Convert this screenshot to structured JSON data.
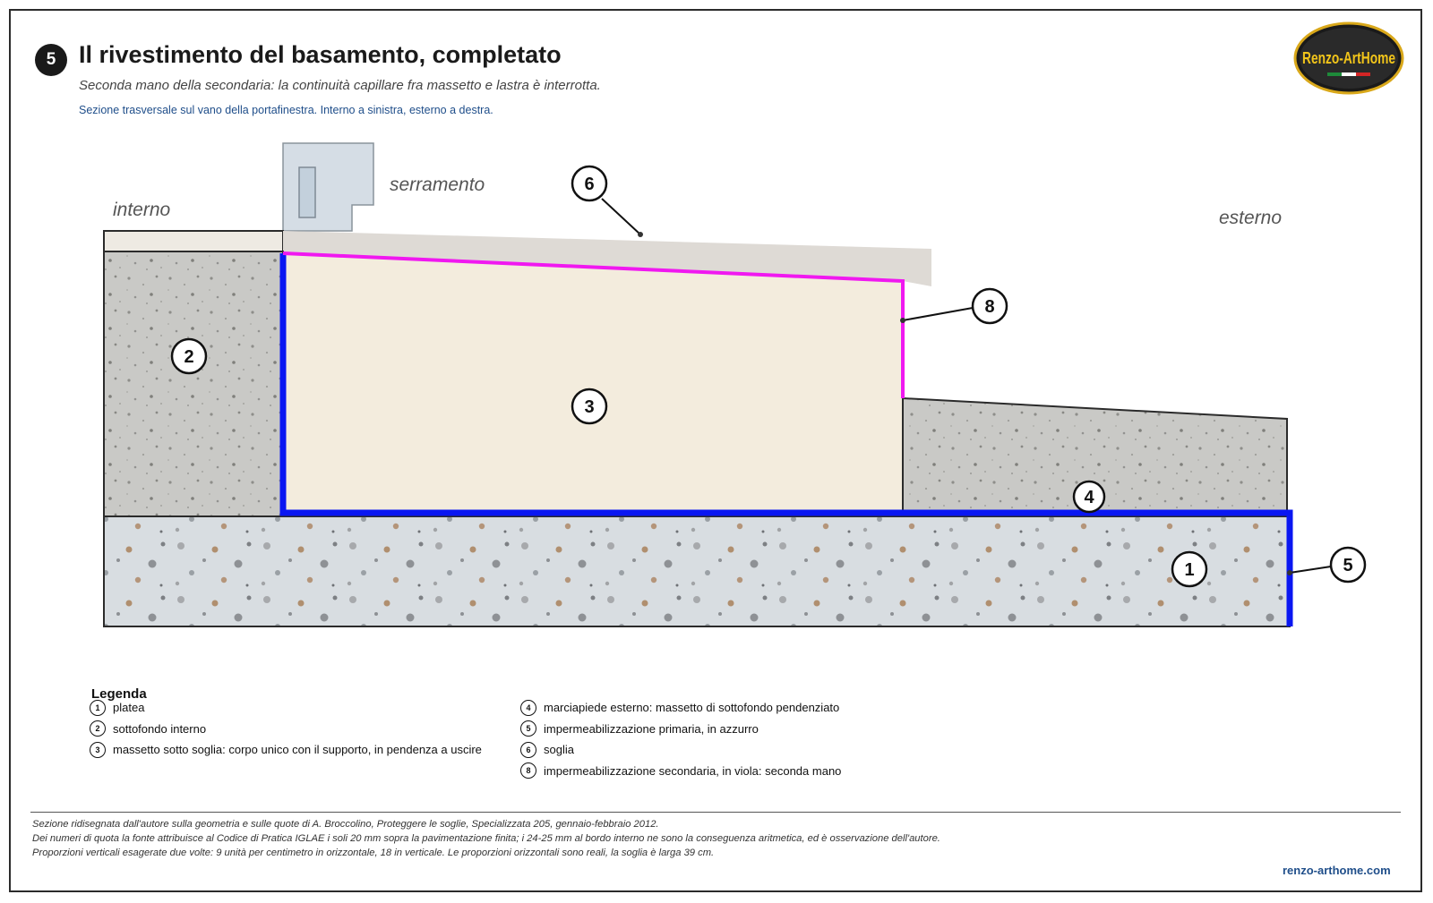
{
  "header": {
    "step_number": "5",
    "title": "Il rivestimento del basamento, completato",
    "subtitle": "Seconda mano della secondaria: la continuità capillare fra massetto e lastra è interrotta.",
    "note": "Sezione trasversale sul vano della portafinestra. Interno a sinistra, esterno a destra."
  },
  "logo": {
    "text": "Renzo-ArtHome",
    "colors": [
      "#f2c51a",
      "#1a1a1a"
    ],
    "flag": [
      "#1e8a3a",
      "#ffffff",
      "#d32525"
    ]
  },
  "diagram": {
    "labels": {
      "interno": "interno",
      "serramento": "serramento",
      "esterno": "esterno"
    },
    "callouts": [
      "1",
      "2",
      "3",
      "4",
      "5",
      "6",
      "8"
    ],
    "colors": {
      "primary_waterproofing": "#0a17f2",
      "secondary_waterproofing": "#f018f0",
      "threshold": "#dedad5",
      "screed": "#f3ecdd",
      "concrete": "#d8dde1",
      "subfloor": "#c9c9c6",
      "frame": "#d5dde5",
      "outline": "#2b2b2b"
    }
  },
  "legend": {
    "title": "Legenda",
    "left": [
      {
        "num": "1",
        "text": "platea"
      },
      {
        "num": "2",
        "text": "sottofondo interno"
      },
      {
        "num": "3",
        "text": "massetto sotto soglia: corpo unico con il supporto, in pendenza a uscire"
      }
    ],
    "right": [
      {
        "num": "4",
        "text": "marciapiede esterno: massetto di sottofondo pendenziato"
      },
      {
        "num": "5",
        "text": "impermeabilizzazione primaria, in azzurro"
      },
      {
        "num": "6",
        "text": "soglia"
      },
      {
        "num": "8",
        "text": "impermeabilizzazione secondaria, in viola: seconda mano"
      }
    ]
  },
  "footer": {
    "lines": [
      "Sezione ridisegnata dall'autore sulla geometria e sulle quote di A. Broccolino, Proteggere le soglie, Specializzata 205, gennaio-febbraio 2012.",
      "Dei numeri di quota la fonte attribuisce al Codice di Pratica IGLAE i soli 20 mm sopra la pavimentazione finita; i 24-25 mm al bordo interno ne sono la conseguenza aritmetica, ed è osservazione dell'autore.",
      "Proporzioni verticali esagerate due volte: 9 unità per centimetro in orizzontale, 18 in verticale. Le proporzioni orizzontali sono reali, la soglia è larga 39 cm."
    ],
    "website": "renzo-arthome.com"
  }
}
